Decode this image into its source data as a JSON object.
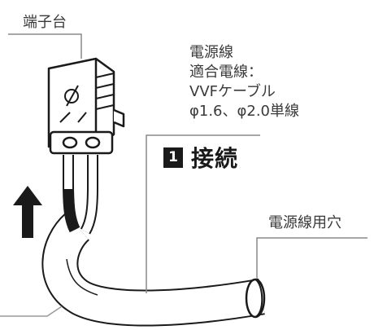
{
  "labels": {
    "terminal_block": "端子台",
    "power_wire": "電源線",
    "compatible_wire": "適合電線：",
    "cable_type": "VVFケーブル",
    "wire_gauge": "φ1.6、φ2.0単線",
    "wire_hole": "電源線用穴"
  },
  "step": {
    "number": "1",
    "title": "接続"
  }
}
